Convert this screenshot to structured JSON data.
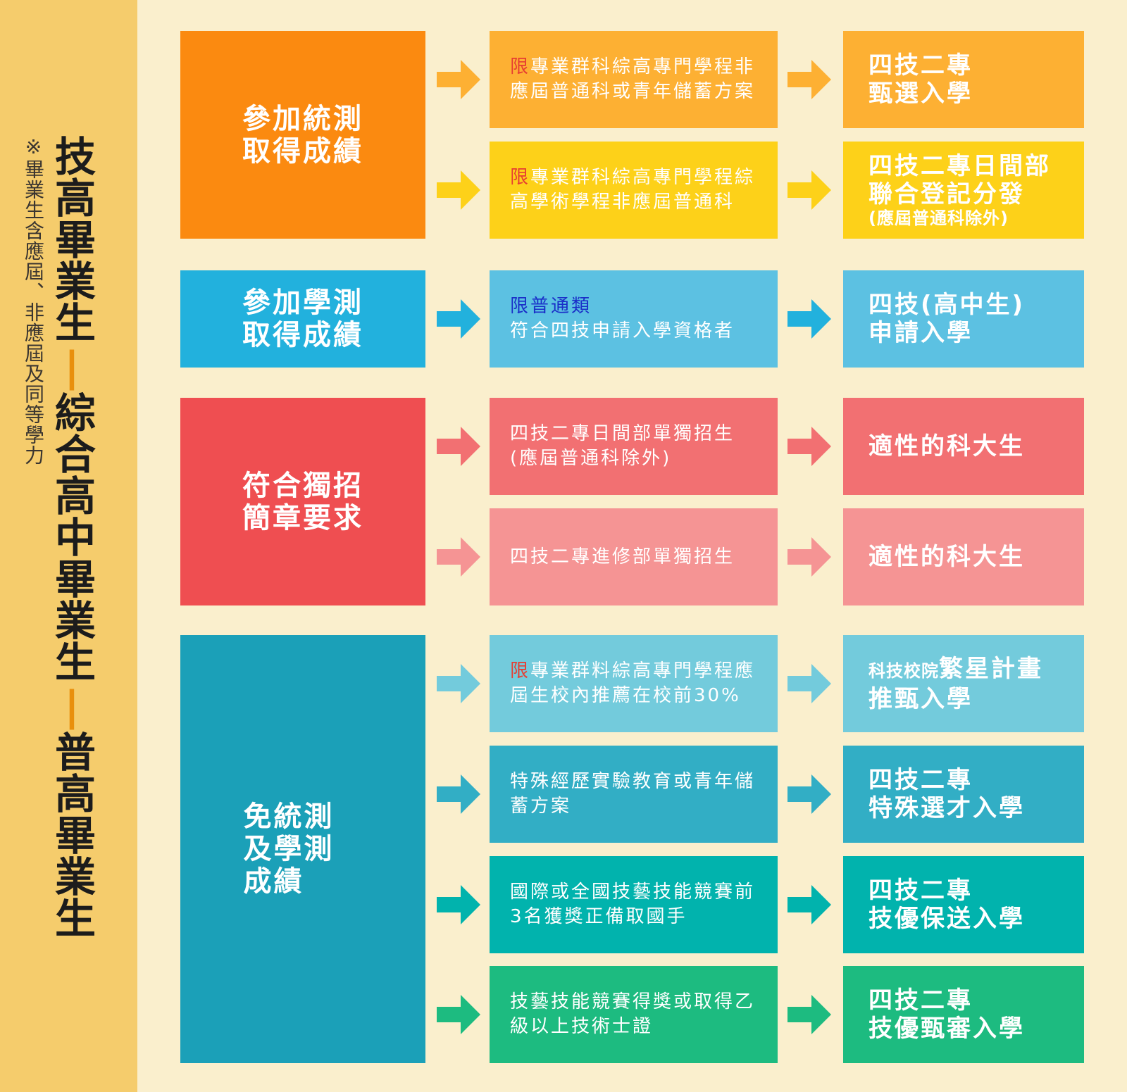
{
  "sidebar": {
    "note": "※畢業生含應屆、非應屆及同等學力",
    "title_part1": "技高畢業生",
    "dash": "|",
    "title_part2": "綜合高中畢業生",
    "title_part3": "普高畢業生"
  },
  "groups": [
    {
      "category": "參加統測\n取得成績",
      "rows": [
        {
          "cond_prefix": "限",
          "cond_line1": "專業群科綜高專門學程非",
          "cond_line2": "應屆普通科或青年儲蓄方案",
          "result_line1": "四技二專",
          "result_line2": "甄選入學"
        },
        {
          "cond_prefix": "限",
          "cond_line1": "專業群科綜高專門學程綜",
          "cond_line2": "高學術學程非應屆普通科",
          "result_line1": "四技二專日間部",
          "result_line2": "聯合登記分發",
          "result_line3": "(應屆普通科除外)"
        }
      ]
    },
    {
      "category": "參加學測\n取得成績",
      "rows": [
        {
          "cond_prefix": "限普通類",
          "cond_line2": "符合四技申請入學資格者",
          "result_line1": "四技(高中生)",
          "result_line2": "申請入學"
        }
      ]
    },
    {
      "category": "符合獨招\n簡章要求",
      "rows": [
        {
          "cond_line1": "四技二專日間部單獨招生",
          "cond_line2": "(應屆普通科除外)",
          "result_line1": "適性的科大生"
        },
        {
          "cond_line1": "四技二專進修部單獨招生",
          "result_line1": "適性的科大生"
        }
      ]
    },
    {
      "category": "免統測\n及學測\n成績",
      "rows": [
        {
          "cond_prefix": "限",
          "cond_line1": "專業群料綜高專門學程應",
          "cond_line2": "屆生校內推薦在校前30%",
          "result_small": "科技校院",
          "result_line1": "繁星計畫",
          "result_line2": "推甄入學"
        },
        {
          "cond_line1": "特殊經歷實驗教育或青年儲",
          "cond_line2": "蓄方案",
          "result_line1": "四技二專",
          "result_line2": "特殊選才入學"
        },
        {
          "cond_line1": "國際或全國技藝技能競賽前",
          "cond_line2": "3名獲獎正備取國手",
          "result_line1": "四技二專",
          "result_line2": "技優保送入學"
        },
        {
          "cond_line1": "技藝技能競賽得獎或取得乙",
          "cond_line2": "級以上技術士證",
          "result_line1": "四技二專",
          "result_line2": "技優甄審入學"
        }
      ]
    }
  ],
  "colors": {
    "background": "#faefcd",
    "sidebar": "#f5cc6c",
    "orange_dark": "#fb8a10",
    "orange": "#fdb033",
    "yellow": "#fdd119",
    "blue_dark": "#22b1dd",
    "blue": "#5cc1e2",
    "red_dark": "#ef4e51",
    "red": "#f27072",
    "pink": "#f59494",
    "teal_dark": "#1ba0b8",
    "teal_light": "#73cbdc",
    "teal_mid": "#32aec5",
    "teal": "#01b3ad",
    "green": "#1dbb80"
  }
}
